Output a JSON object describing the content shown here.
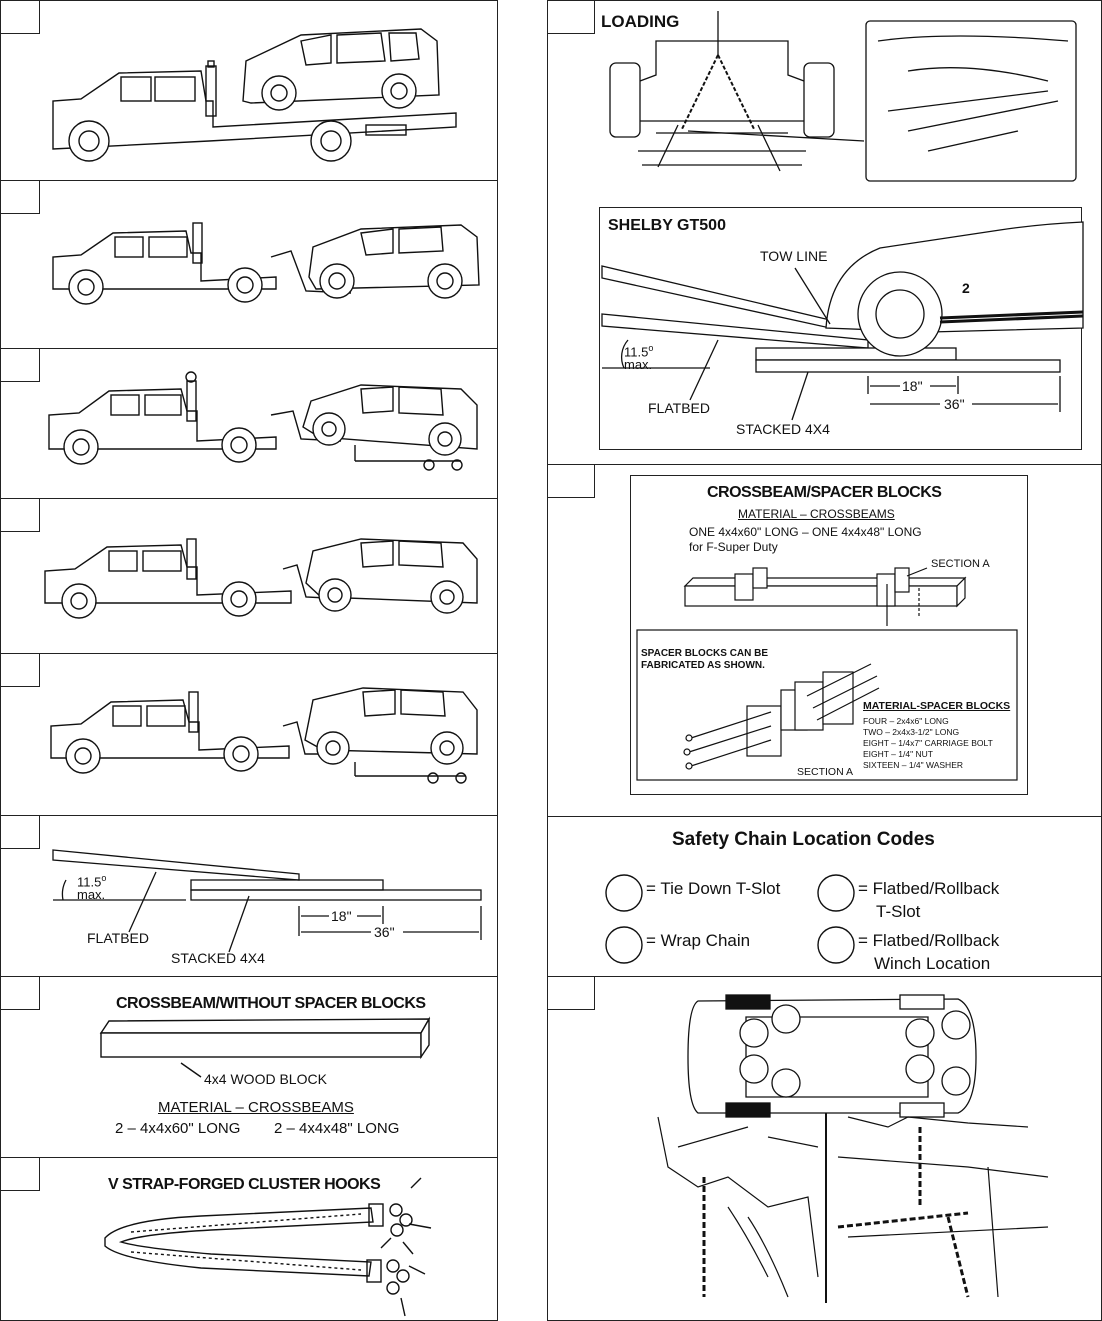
{
  "left_panels": {
    "p6": {
      "angle_value": "11.5",
      "angle_unit": "o",
      "angle_max": "max.",
      "flatbed": "FLATBED",
      "stacked": "STACKED 4X4",
      "dim18": "18\"",
      "dim36": "36\""
    },
    "p7": {
      "title": "CROSSBEAM/WITHOUT SPACER BLOCKS",
      "block_label": "4x4 WOOD BLOCK",
      "material_title": "MATERIAL – CROSSBEAMS",
      "material_a": "2 – 4x4x60\" LONG",
      "material_b": "2 – 4x4x48\" LONG"
    },
    "p8": {
      "title": "V STRAP-FORGED CLUSTER HOOKS"
    }
  },
  "right_panels": {
    "loading": {
      "title": "LOADING"
    },
    "shelby": {
      "title": "SHELBY GT500",
      "tow_line": "TOW LINE",
      "angle_value": "11.5",
      "angle_unit": "o",
      "angle_max": "max.",
      "flatbed": "FLATBED",
      "stacked": "STACKED 4X4",
      "dim18": "18\"",
      "dim36": "36\"",
      "badge_num": "2"
    },
    "crossbeam": {
      "title": "CROSSBEAM/SPACER BLOCKS",
      "material_title": "MATERIAL – CROSSBEAMS",
      "material_line1": "ONE 4x4x60\" LONG – ONE 4x4x48\" LONG",
      "material_line2": "for F-Super Duty",
      "section_a": "SECTION A",
      "spacer_note1": "SPACER BLOCKS CAN BE",
      "spacer_note2": "FABRICATED AS SHOWN.",
      "spacer_title": "MATERIAL-SPACER BLOCKS",
      "spacer_items": [
        "FOUR – 2x4x6\" LONG",
        "TWO – 2x4x3-1/2\" LONG",
        "EIGHT – 1/4x7\" CARRIAGE BOLT",
        "EIGHT – 1/4\" NUT",
        "SIXTEEN – 1/4\" WASHER"
      ],
      "section_a_bottom": "SECTION A"
    },
    "codes": {
      "title": "Safety Chain Location Codes",
      "tie_down": "= Tie Down T-Slot",
      "flatbed_tslot_1": "= Flatbed/Rollback",
      "flatbed_tslot_2": "T-Slot",
      "wrap_chain": "= Wrap Chain",
      "flatbed_winch_1": "= Flatbed/Rollback",
      "flatbed_winch_2": "Winch Location"
    }
  }
}
